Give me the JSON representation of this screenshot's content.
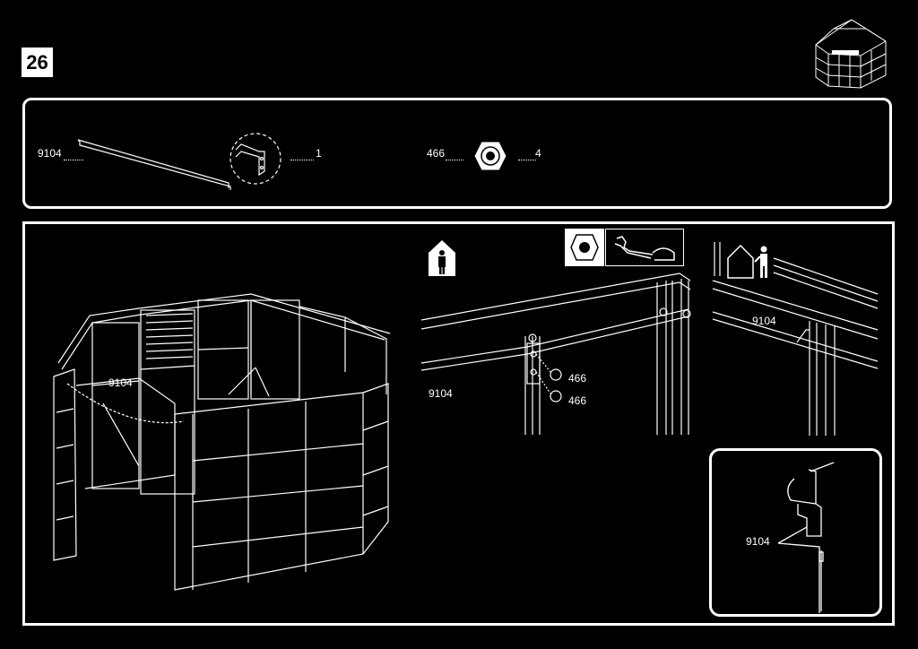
{
  "step": {
    "number": "26"
  },
  "parts": [
    {
      "code": "9104",
      "qty": "1"
    },
    {
      "code": "466",
      "qty": "4"
    }
  ],
  "callouts": {
    "main_9104": "9104",
    "detail_9104": "9104",
    "detail_466_a": "466",
    "detail_466_b": "466",
    "side_9104": "9104",
    "inset_9104": "9104"
  },
  "icons": [
    "two-person-house-icon",
    "one-person-house-icon",
    "nut-icon",
    "wrench-icon",
    "gazebo-thumbnail-icon"
  ]
}
